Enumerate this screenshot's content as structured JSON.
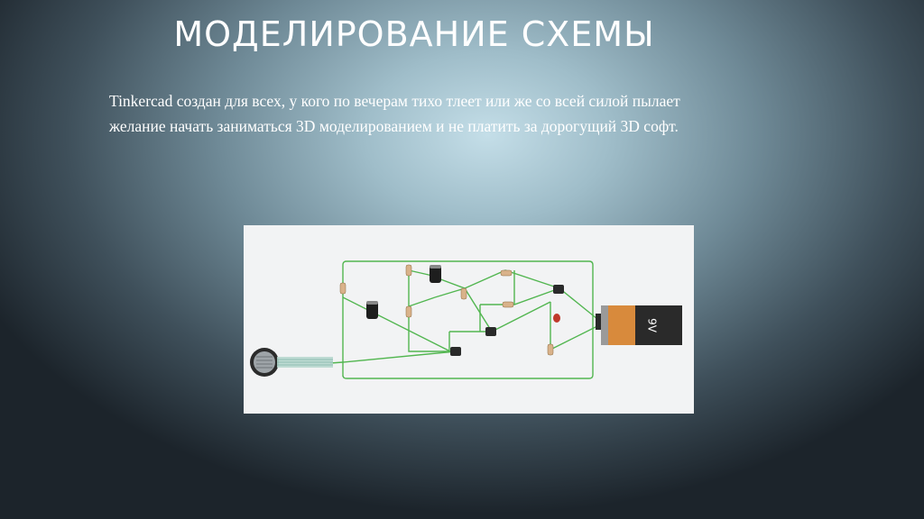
{
  "slide": {
    "title": "МОДЕЛИРОВАНИЕ СХЕМЫ",
    "body": "Tinkercad создан для всех, у кого по вечерам тихо тлеет или же со всей силой пылает желание начать заниматься 3D моделированием и не платить за дорогущий 3D софт."
  },
  "circuit": {
    "battery_label": "9V"
  },
  "colors": {
    "wire": "#52b650",
    "battery_orange": "#d88a3c",
    "battery_black": "#2a2a2a",
    "led_red": "#c0392b"
  }
}
